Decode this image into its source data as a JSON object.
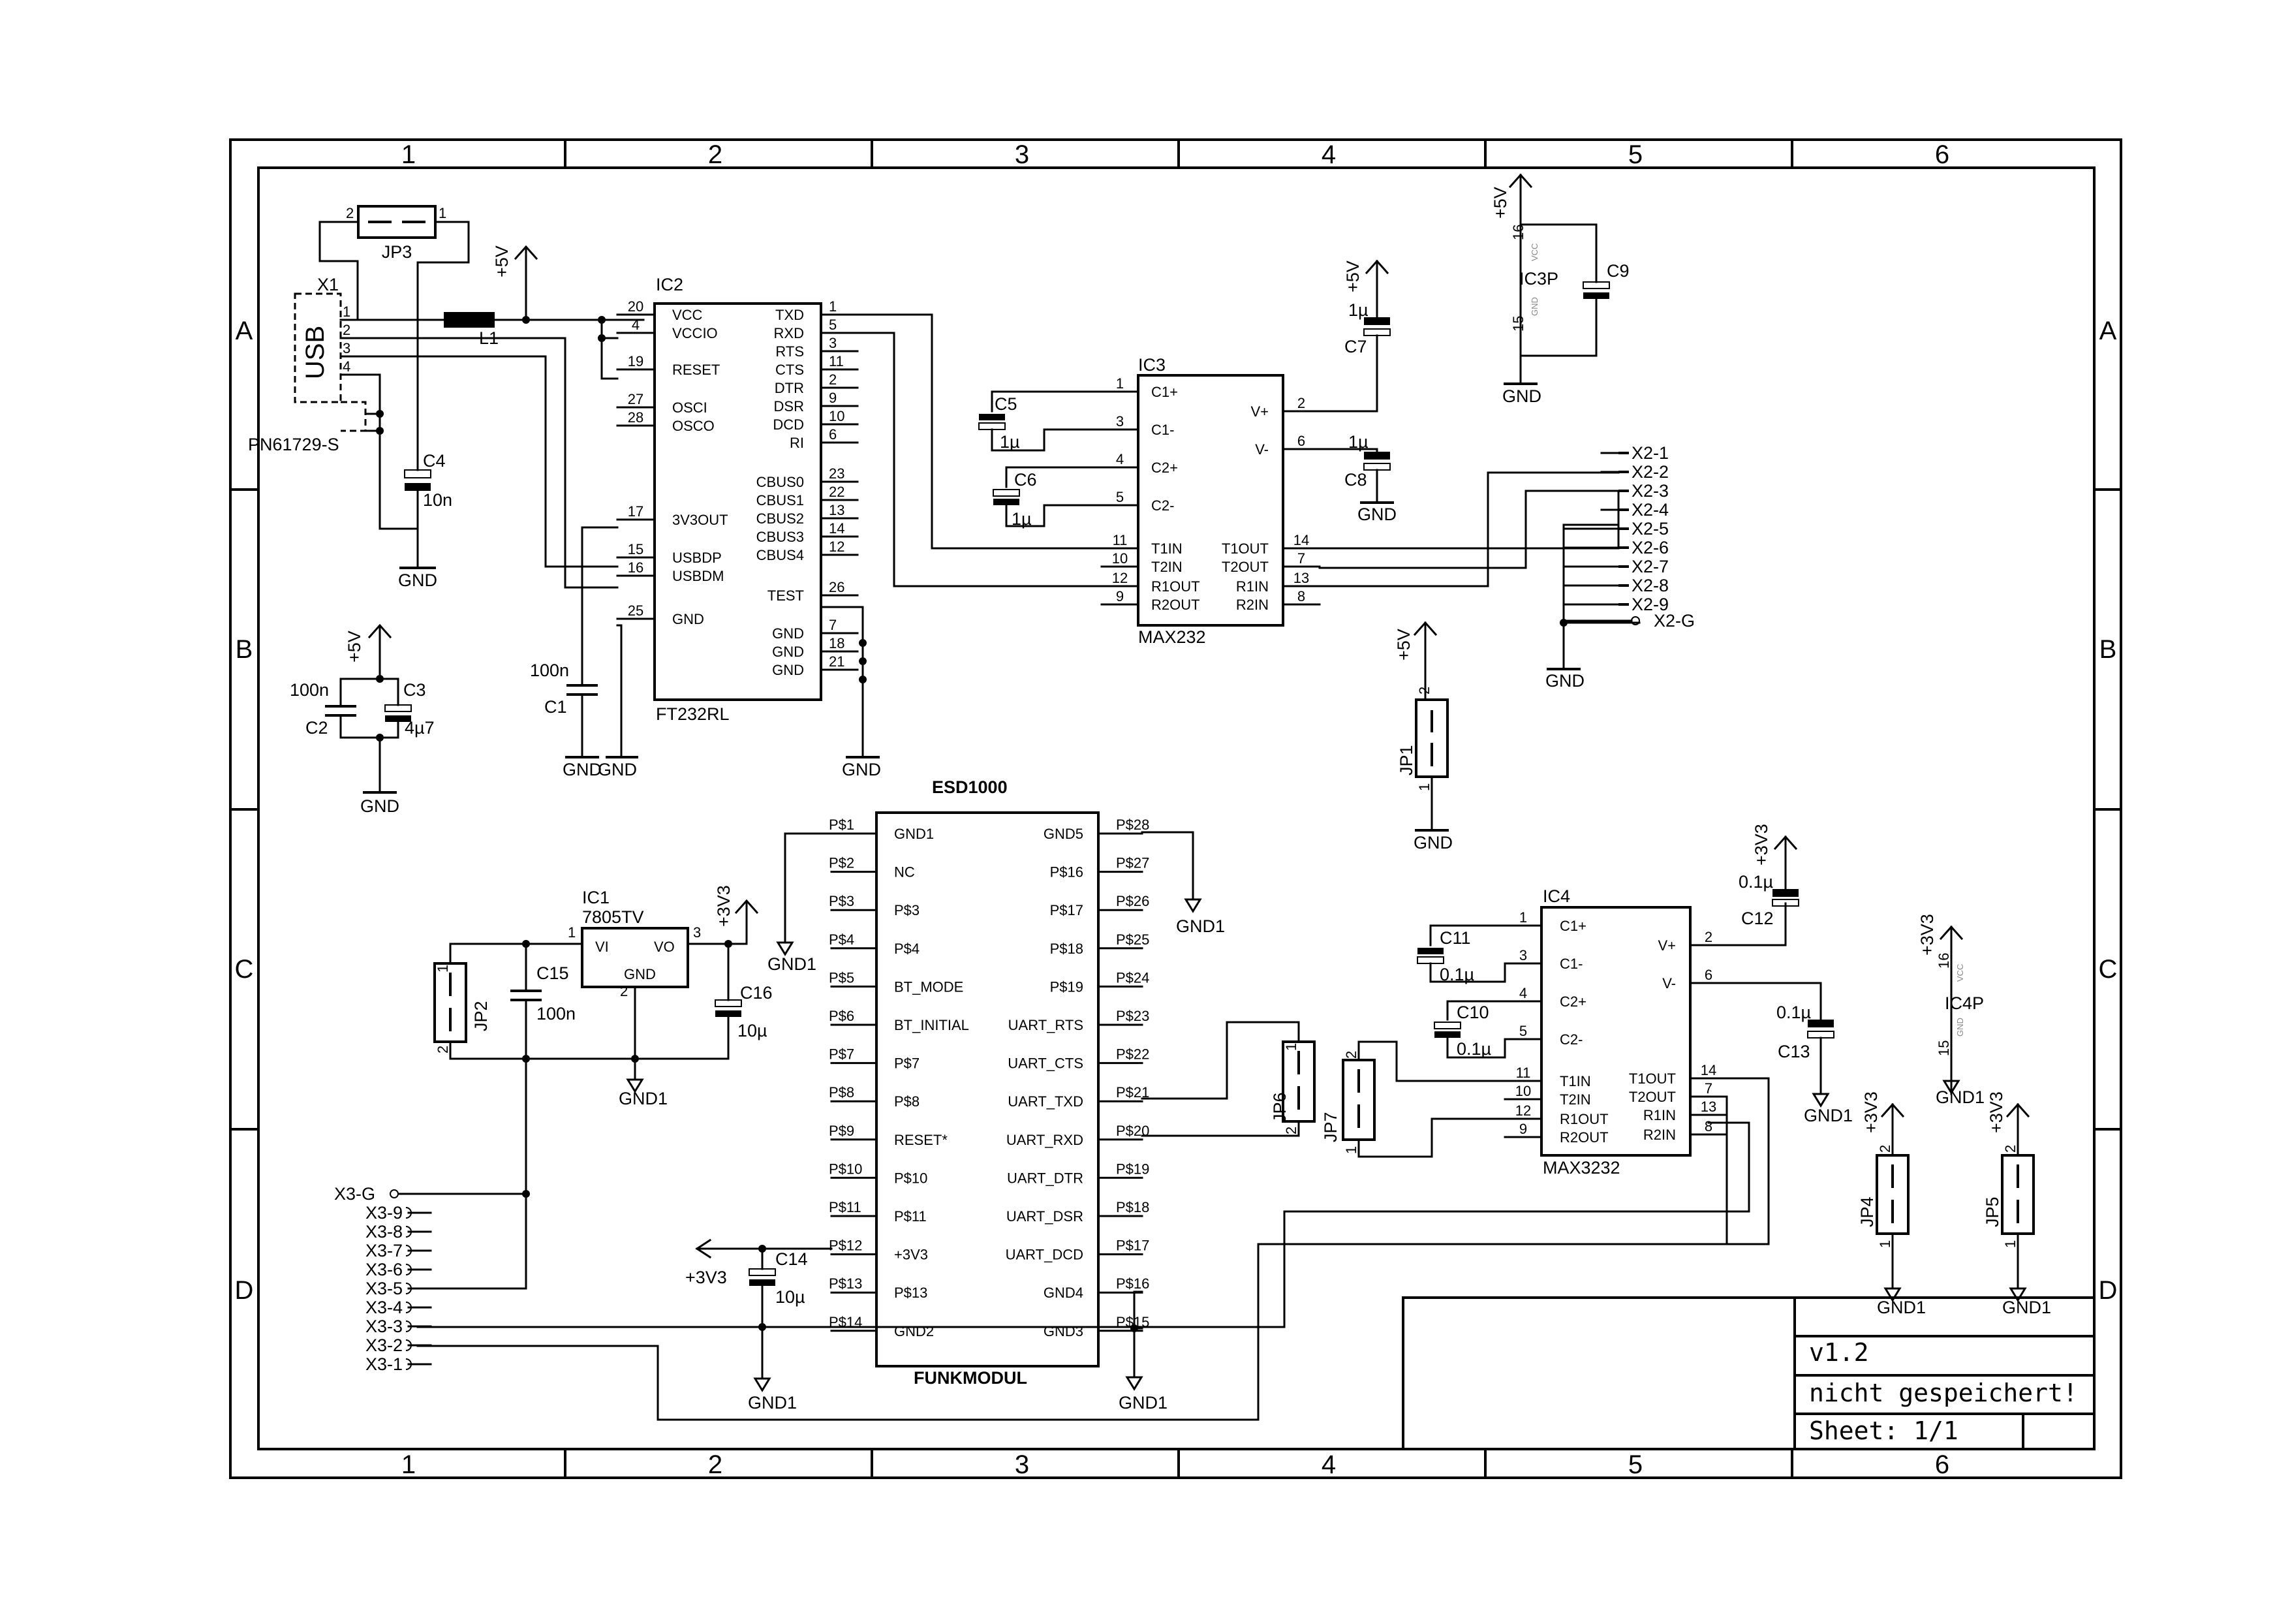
{
  "frame": {
    "columns": [
      "1",
      "2",
      "3",
      "4",
      "5",
      "6"
    ],
    "rows": [
      "A",
      "B",
      "C",
      "D"
    ]
  },
  "title_block": {
    "version": "v1.2",
    "status": "nicht gespeichert!",
    "sheet": "Sheet: 1/1"
  },
  "parts": {
    "x1": {
      "name": "X1",
      "value": "PN61729-S",
      "body": "USB",
      "pins": [
        "1",
        "2",
        "3",
        "4"
      ]
    },
    "jp3": {
      "name": "JP3",
      "pins": [
        "2",
        "1"
      ]
    },
    "l1": {
      "name": "L1"
    },
    "c4": {
      "name": "C4",
      "value": "10n"
    },
    "ic2": {
      "name": "IC2",
      "value": "FT232RL",
      "left_pins": [
        {
          "num": "20",
          "label": "VCC"
        },
        {
          "num": "4",
          "label": "VCCIO"
        },
        {
          "num": "19",
          "label": "RESET"
        },
        {
          "num": "27",
          "label": "OSCI"
        },
        {
          "num": "28",
          "label": "OSCO"
        },
        {
          "num": "17",
          "label": "3V3OUT"
        },
        {
          "num": "15",
          "label": "USBDP"
        },
        {
          "num": "16",
          "label": "USBDM"
        },
        {
          "num": "25",
          "label": "GND"
        }
      ],
      "right_pins": [
        {
          "num": "1",
          "label": "TXD"
        },
        {
          "num": "5",
          "label": "RXD"
        },
        {
          "num": "3",
          "label": "RTS"
        },
        {
          "num": "11",
          "label": "CTS"
        },
        {
          "num": "2",
          "label": "DTR"
        },
        {
          "num": "9",
          "label": "DSR"
        },
        {
          "num": "10",
          "label": "DCD"
        },
        {
          "num": "6",
          "label": "RI"
        },
        {
          "num": "23",
          "label": "CBUS0"
        },
        {
          "num": "22",
          "label": "CBUS1"
        },
        {
          "num": "13",
          "label": "CBUS2"
        },
        {
          "num": "14",
          "label": "CBUS3"
        },
        {
          "num": "12",
          "label": "CBUS4"
        },
        {
          "num": "26",
          "label": "TEST"
        },
        {
          "num": "7",
          "label": "GND"
        },
        {
          "num": "18",
          "label": "GND"
        },
        {
          "num": "21",
          "label": "GND"
        }
      ]
    },
    "c1": {
      "name": "C1",
      "value": "100n"
    },
    "c2": {
      "name": "C2",
      "value": "100n"
    },
    "c3": {
      "name": "C3",
      "value": "4µ7"
    },
    "ic3": {
      "name": "IC3",
      "value": "MAX232",
      "left_pins": [
        {
          "num": "1",
          "label": "C1+"
        },
        {
          "num": "3",
          "label": "C1-"
        },
        {
          "num": "4",
          "label": "C2+"
        },
        {
          "num": "5",
          "label": "C2-"
        },
        {
          "num": "11",
          "label": "T1IN"
        },
        {
          "num": "10",
          "label": "T2IN"
        },
        {
          "num": "12",
          "label": "R1OUT"
        },
        {
          "num": "9",
          "label": "R2OUT"
        }
      ],
      "right_pins": [
        {
          "num": "2",
          "label": "V+"
        },
        {
          "num": "6",
          "label": "V-"
        },
        {
          "num": "14",
          "label": "T1OUT"
        },
        {
          "num": "7",
          "label": "T2OUT"
        },
        {
          "num": "13",
          "label": "R1IN"
        },
        {
          "num": "8",
          "label": "R2IN"
        }
      ]
    },
    "c5": {
      "name": "C5",
      "value": "1µ"
    },
    "c6": {
      "name": "C6",
      "value": "1µ"
    },
    "c7": {
      "name": "C7",
      "value": "1µ"
    },
    "c8": {
      "name": "C8",
      "value": "1µ"
    },
    "ic3p": {
      "name": "IC3P",
      "pins": [
        "16",
        "15"
      ],
      "vcc": "VCC",
      "gnd": "GND"
    },
    "c9": {
      "name": "C9"
    },
    "x2": [
      "X2-1",
      "X2-2",
      "X2-3",
      "X2-4",
      "X2-5",
      "X2-6",
      "X2-7",
      "X2-8",
      "X2-9",
      "X2-G"
    ],
    "jp1": {
      "name": "JP1",
      "pins": [
        "2",
        "1"
      ]
    },
    "esd": {
      "title": "ESD1000",
      "value": "FUNKMODUL",
      "left": [
        {
          "pad": "P$1",
          "label": "GND1"
        },
        {
          "pad": "P$2",
          "label": "NC"
        },
        {
          "pad": "P$3",
          "label": "P$3"
        },
        {
          "pad": "P$4",
          "label": "P$4"
        },
        {
          "pad": "P$5",
          "label": "BT_MODE"
        },
        {
          "pad": "P$6",
          "label": "BT_INITIAL"
        },
        {
          "pad": "P$7",
          "label": "P$7"
        },
        {
          "pad": "P$8",
          "label": "P$8"
        },
        {
          "pad": "P$9",
          "label": "RESET*"
        },
        {
          "pad": "P$10",
          "label": "P$10"
        },
        {
          "pad": "P$11",
          "label": "P$11"
        },
        {
          "pad": "P$12",
          "label": "+3V3"
        },
        {
          "pad": "P$13",
          "label": "P$13"
        },
        {
          "pad": "P$14",
          "label": "GND2"
        }
      ],
      "right": [
        {
          "pad": "P$28",
          "label": "GND5"
        },
        {
          "pad": "P$27",
          "label": "P$16"
        },
        {
          "pad": "P$26",
          "label": "P$17"
        },
        {
          "pad": "P$25",
          "label": "P$18"
        },
        {
          "pad": "P$24",
          "label": "P$19"
        },
        {
          "pad": "P$23",
          "label": "UART_RTS"
        },
        {
          "pad": "P$22",
          "label": "UART_CTS"
        },
        {
          "pad": "P$21",
          "label": "UART_TXD"
        },
        {
          "pad": "P$20",
          "label": "UART_RXD"
        },
        {
          "pad": "P$19",
          "label": "UART_DTR"
        },
        {
          "pad": "P$18",
          "label": "UART_DSR"
        },
        {
          "pad": "P$17",
          "label": "UART_DCD"
        },
        {
          "pad": "P$16",
          "label": "GND4"
        },
        {
          "pad": "P$15",
          "label": "GND3"
        }
      ]
    },
    "ic1": {
      "name": "IC1",
      "value": "7805TV",
      "vi": "VI",
      "vo": "VO",
      "gnd": "GND",
      "pins": [
        "1",
        "2",
        "3"
      ]
    },
    "jp2": {
      "name": "JP2",
      "pins": [
        "1",
        "2"
      ]
    },
    "c15": {
      "name": "C15",
      "value": "100n"
    },
    "c16": {
      "name": "C16",
      "value": "10µ"
    },
    "c14": {
      "name": "C14",
      "value": "10µ"
    },
    "x3": [
      "X3-G",
      "X3-9",
      "X3-8",
      "X3-7",
      "X3-6",
      "X3-5",
      "X3-4",
      "X3-3",
      "X3-2",
      "X3-1"
    ],
    "jp6": {
      "name": "JP6",
      "pins": [
        "1",
        "2"
      ]
    },
    "jp7": {
      "name": "JP7",
      "pins": [
        "2",
        "1"
      ]
    },
    "ic4": {
      "name": "IC4",
      "value": "MAX3232",
      "left_pins": [
        {
          "num": "1",
          "label": "C1+"
        },
        {
          "num": "3",
          "label": "C1-"
        },
        {
          "num": "4",
          "label": "C2+"
        },
        {
          "num": "5",
          "label": "C2-"
        },
        {
          "num": "11",
          "label": "T1IN"
        },
        {
          "num": "10",
          "label": "T2IN"
        },
        {
          "num": "12",
          "label": "R1OUT"
        },
        {
          "num": "9",
          "label": "R2OUT"
        }
      ],
      "right_pins": [
        {
          "num": "2",
          "label": "V+"
        },
        {
          "num": "6",
          "label": "V-"
        },
        {
          "num": "14",
          "label": "T1OUT"
        },
        {
          "num": "7",
          "label": "T2OUT"
        },
        {
          "num": "13",
          "label": "R1IN"
        },
        {
          "num": "8",
          "label": "R2IN"
        }
      ]
    },
    "c10": {
      "name": "C10",
      "value": "0.1µ"
    },
    "c11": {
      "name": "C11",
      "value": "0.1µ"
    },
    "c12": {
      "name": "C12",
      "value": "0.1µ"
    },
    "c13": {
      "name": "C13",
      "value": "0.1µ"
    },
    "ic4p": {
      "name": "IC4P",
      "pins": [
        "16",
        "15"
      ],
      "vcc": "VCC",
      "gnd": "GND"
    },
    "jp4": {
      "name": "JP4",
      "pins": [
        "2",
        "1"
      ]
    },
    "jp5": {
      "name": "JP5",
      "pins": [
        "2",
        "1"
      ]
    }
  },
  "nets": {
    "p5v": "+5V",
    "p3v3": "+3V3",
    "gnd": "GND",
    "gnd1": "GND1"
  }
}
